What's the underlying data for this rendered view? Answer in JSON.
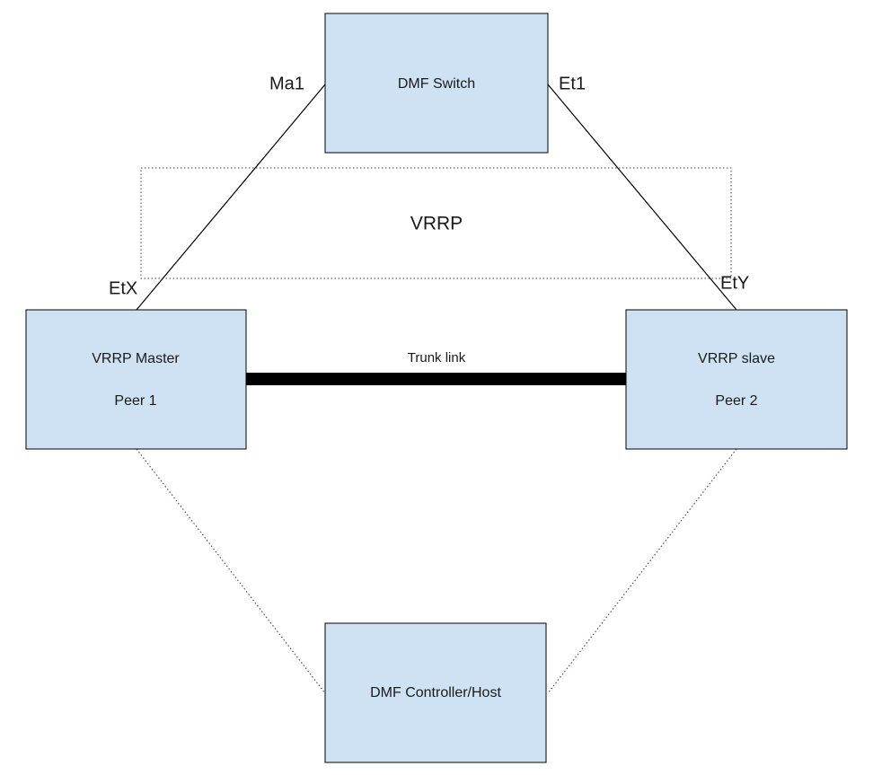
{
  "diagram": {
    "nodes": {
      "dmf_switch": {
        "label": "DMF Switch"
      },
      "vrrp_master": {
        "line1": "VRRP Master",
        "line2": "Peer 1"
      },
      "vrrp_slave": {
        "line1": "VRRP slave",
        "line2": "Peer 2"
      },
      "dmf_controller": {
        "label": "DMF Controller/Host"
      }
    },
    "ports": {
      "ma1": "Ma1",
      "et1": "Et1",
      "etx": "EtX",
      "ety": "EtY"
    },
    "groups": {
      "vrrp": "VRRP"
    },
    "links": {
      "trunk": "Trunk link"
    }
  }
}
